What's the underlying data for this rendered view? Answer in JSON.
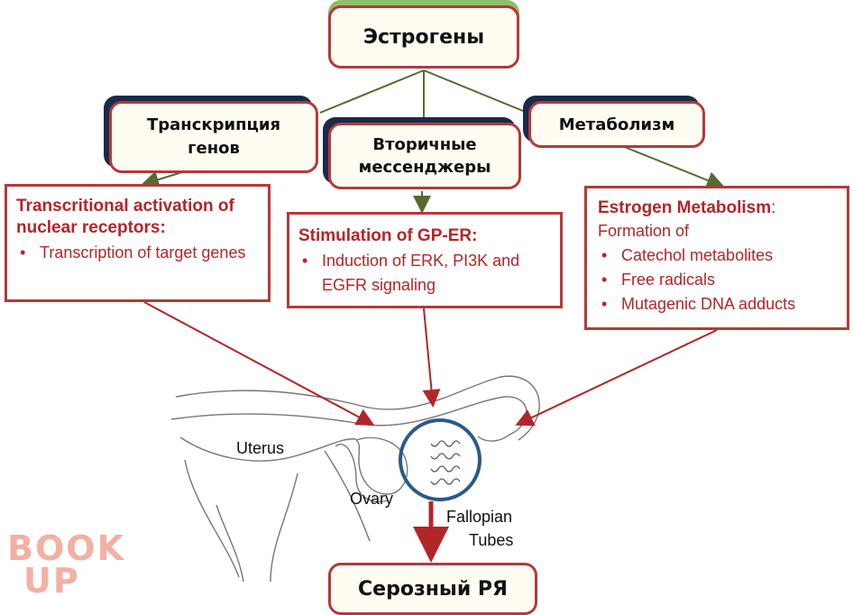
{
  "root": {
    "label": "Эстрогены"
  },
  "pathways": {
    "transcription": "Транскрипция генов",
    "messengers": "Вторичные мессенджеры",
    "metabolism": "Метаболизм"
  },
  "details": {
    "nuclear": {
      "title": "Transcritional activation of nuclear receptors:",
      "items": [
        "Transcription of target genes"
      ]
    },
    "gper": {
      "title": "Stimulation of GP-ER:",
      "items": [
        "Induction of ERK, PI3K and EGFR signaling"
      ]
    },
    "metab": {
      "title": "Estrogen Metabolism",
      "title_suffix": ":",
      "subtitle": "Formation of",
      "items": [
        "Catechol metabolites",
        "Free radicals",
        "Mutagenic DNA adducts"
      ]
    }
  },
  "anatomy": {
    "uterus": "Uterus",
    "ovary": "Ovary",
    "tubes_line1": "Fallopian",
    "tubes_line2": "Tubes"
  },
  "result": {
    "label": "Серозный РЯ"
  },
  "watermark": {
    "line1": "BOOK",
    "line2": "UP"
  },
  "colors": {
    "box_border": "#b33a3a",
    "text_red": "#b2262a",
    "connector_green": "#556b2f",
    "circle_blue": "#2b5a8a",
    "navy": "#1b2a4a"
  }
}
